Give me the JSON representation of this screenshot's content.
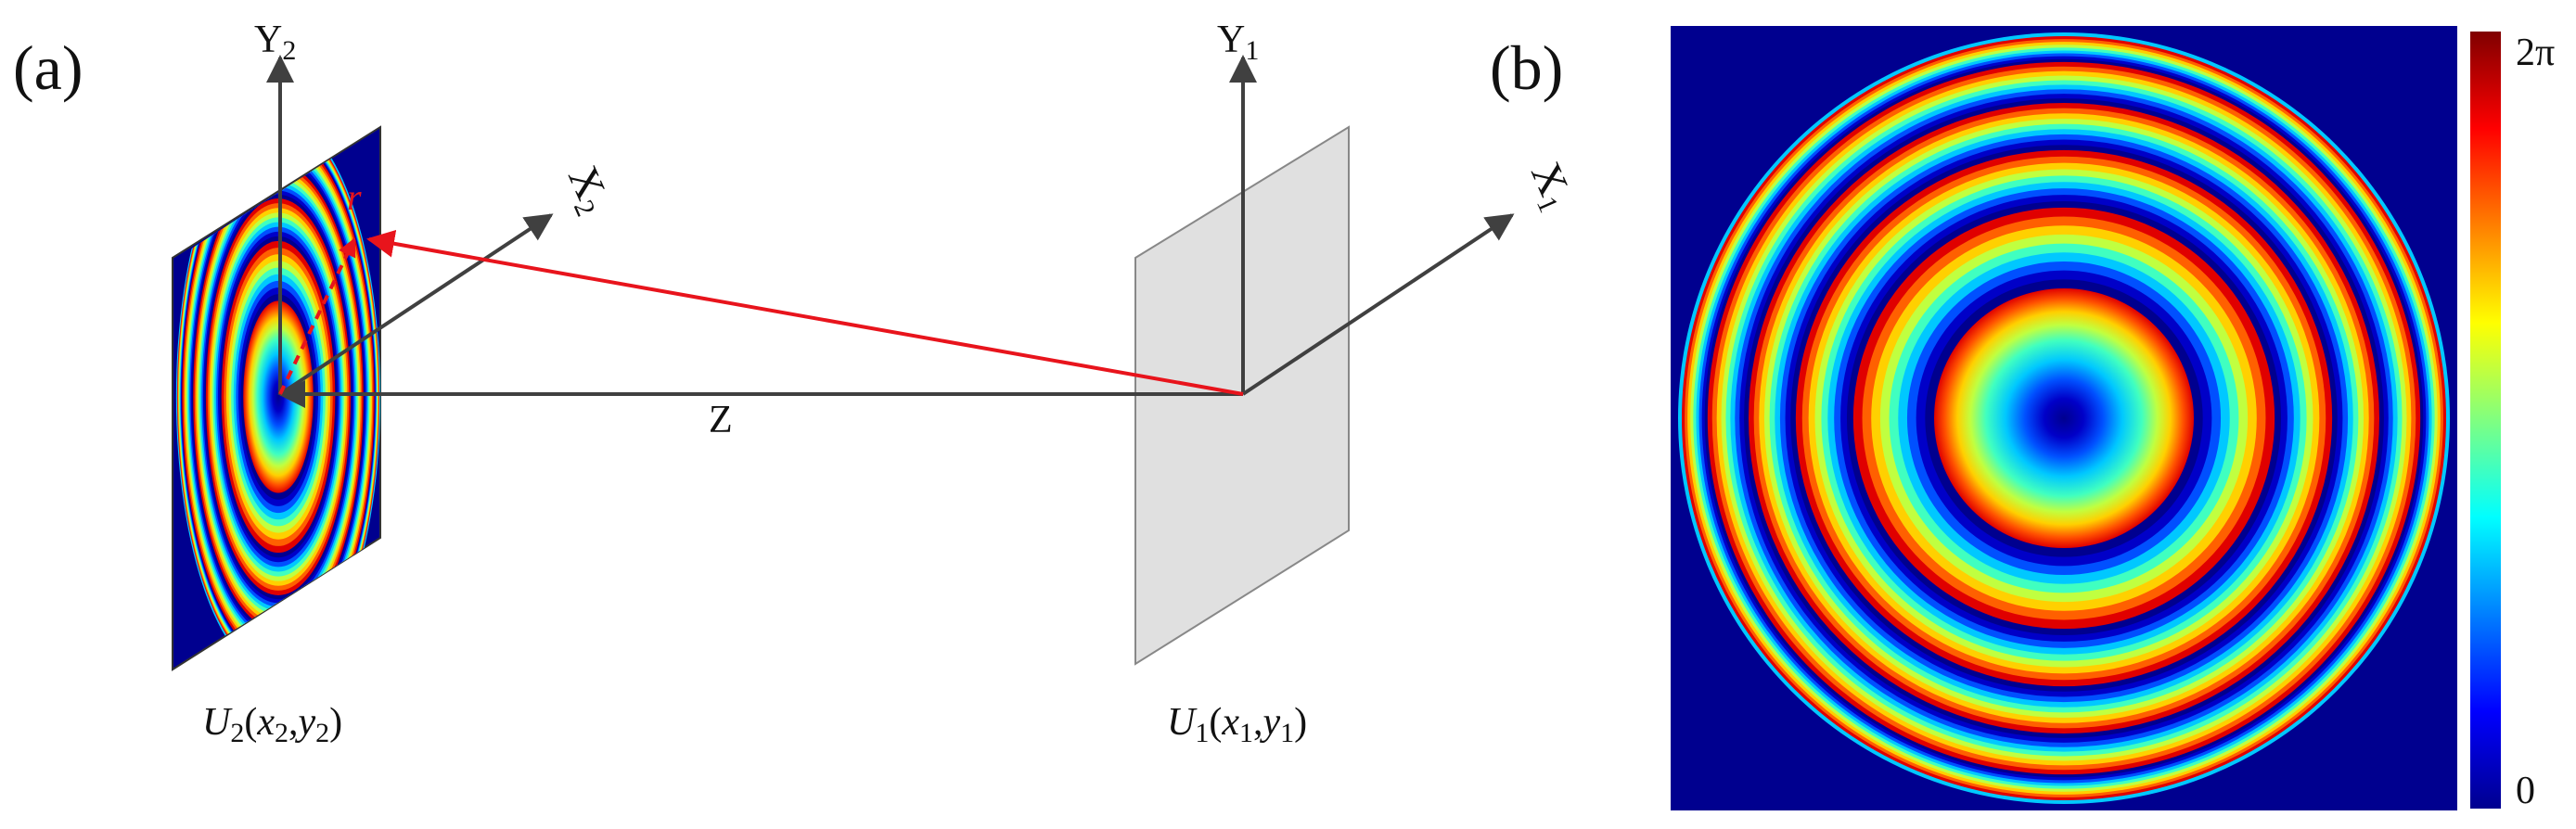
{
  "panel_a": {
    "label": "(a)",
    "axes": {
      "y2": {
        "main": "Y",
        "sub": "2"
      },
      "x2": {
        "main": "X",
        "sub": "2"
      },
      "y1": {
        "main": "Y",
        "sub": "1"
      },
      "x1": {
        "main": "X",
        "sub": "1"
      },
      "z": "Z"
    },
    "radius_label": "r",
    "output_plane": {
      "u": "U",
      "u_sub": "2",
      "x": "x",
      "x_sub": "2",
      "y": "y",
      "y_sub": "2"
    },
    "input_plane": {
      "u": "U",
      "u_sub": "1",
      "x": "x",
      "x_sub": "1",
      "y": "y",
      "y_sub": "1"
    },
    "colors": {
      "axis": "#404040",
      "ray": "#e8141c",
      "input_plane": "#e0e0e0",
      "background": "#00008f"
    }
  },
  "panel_b": {
    "label": "(b)",
    "colorbar": {
      "max_label": "2π",
      "min_label": "0",
      "colormap": "jet"
    }
  }
}
